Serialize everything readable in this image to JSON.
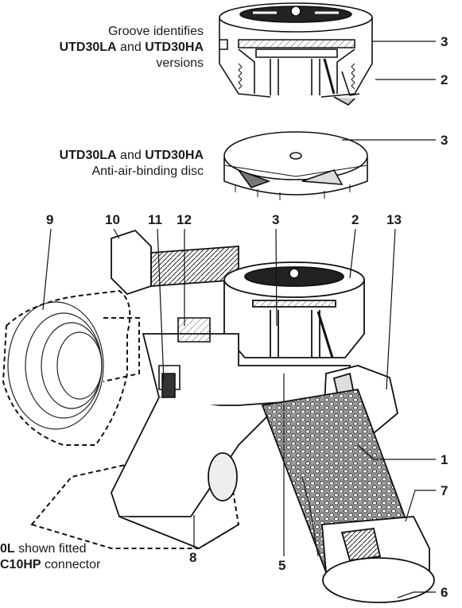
{
  "captions": {
    "groove": {
      "line1": "Groove identifies",
      "line2_b1": "UTD30LA",
      "line2_mid": " and ",
      "line2_b2": "UTD30HA",
      "line3": "versions"
    },
    "disc": {
      "line1_b1": "UTD30LA",
      "line1_mid": " and ",
      "line1_b2": "UTD30HA",
      "line2": "Anti-air-binding disc"
    },
    "bottom": {
      "line1_b": "0L",
      "line1_rest": " shown fitted",
      "line2_b": "C10HP",
      "line2_rest": " connector"
    }
  },
  "callouts": {
    "top_3": "3",
    "top_2": "2",
    "disc_3": "3",
    "n9": "9",
    "n10": "10",
    "n11": "11",
    "n12": "12",
    "n3": "3",
    "n2": "2",
    "n13": "13",
    "n1": "1",
    "n7": "7",
    "n8": "8",
    "n5": "5",
    "n6": "6"
  }
}
